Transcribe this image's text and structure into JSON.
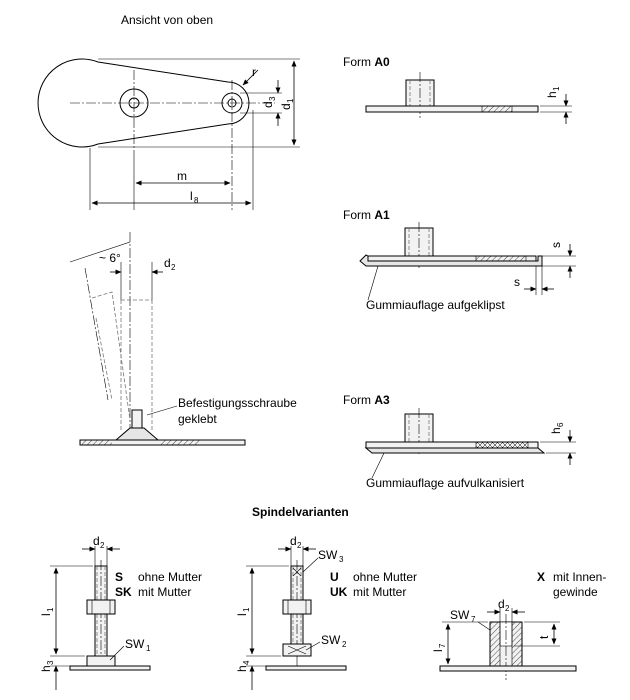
{
  "top_view": {
    "title": "Ansicht von oben",
    "labels": {
      "r": "r",
      "d": "d",
      "d3_sub": "3",
      "d1_sub": "1",
      "m": "m",
      "l": "l",
      "l8_sub": "8"
    }
  },
  "tilt_view": {
    "angle": "~ 6°",
    "d2": "d",
    "d2_sub": "2",
    "screw_line1": "Befestigungsschraube",
    "screw_line2": "geklebt"
  },
  "form_a0": {
    "prefix": "Form ",
    "code": "A0",
    "h": "h",
    "h_sub": "1"
  },
  "form_a1": {
    "prefix": "Form ",
    "code": "A1",
    "s1": "s",
    "s2": "s",
    "caption": "Gummiauflage aufgeklipst"
  },
  "form_a3": {
    "prefix": "Form ",
    "code": "A3",
    "h": "h",
    "h_sub": "6",
    "caption": "Gummiauflage aufvulkanisiert"
  },
  "spindle": {
    "heading": "Spindelvarianten",
    "v1": {
      "code_a": "S",
      "text_a": "ohne Mutter",
      "code_b": "SK",
      "text_b": "mit Mutter",
      "d": "d",
      "d_sub": "2",
      "l": "l",
      "l_sub": "1",
      "h": "h",
      "h_sub": "3",
      "sw": "SW",
      "sw_sub": "1"
    },
    "v2": {
      "code_a": "U",
      "text_a": "ohne Mutter",
      "code_b": "UK",
      "text_b": "mit Mutter",
      "d": "d",
      "d_sub": "2",
      "sw_top": "SW",
      "sw_top_sub": "3",
      "l": "l",
      "l_sub": "1",
      "h": "h",
      "h_sub": "4",
      "sw": "SW",
      "sw_sub": "2"
    },
    "v3": {
      "code": "X",
      "text_line1": "mit Innen-",
      "text_line2": "gewinde",
      "sw": "SW",
      "sw_sub": "7",
      "d": "d",
      "d_sub": "2",
      "l": "l",
      "l_sub": "7",
      "t": "t"
    }
  }
}
